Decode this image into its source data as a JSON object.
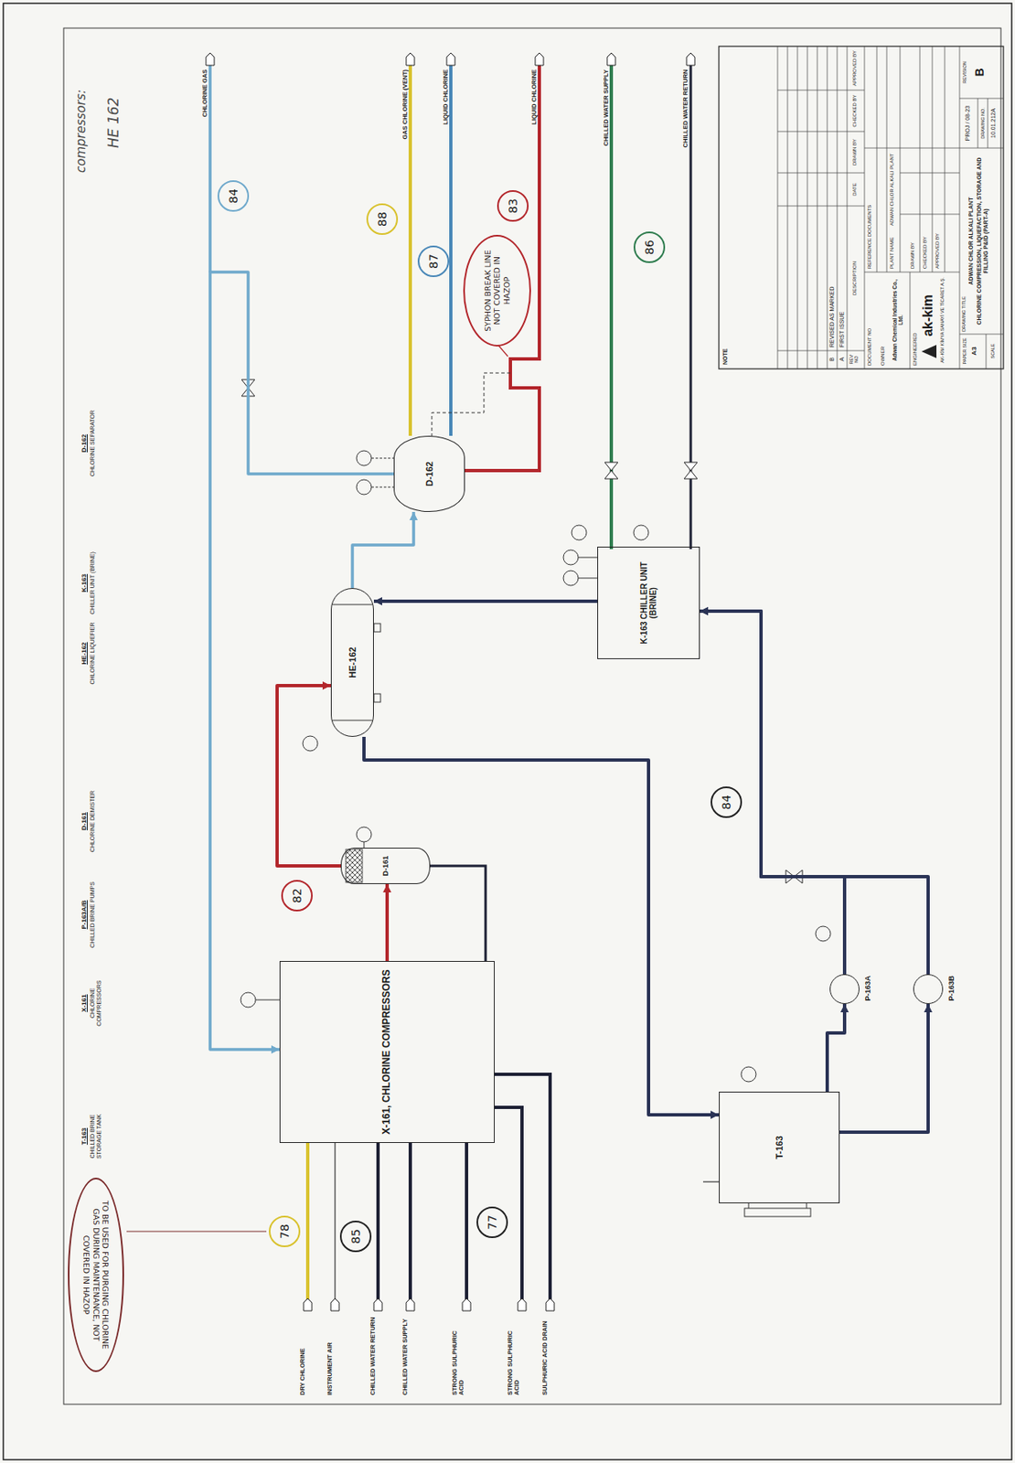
{
  "diagram": {
    "nodes": [
      {
        "text": [
          "X-161, CHLORINE COMPRESSORS"
        ]
      },
      {
        "text": [
          "D-161"
        ]
      },
      {
        "text": [
          "HE-162"
        ]
      },
      {
        "text": [
          "D-162"
        ]
      },
      {
        "text": [
          "K-163 CHILLER UNIT (BRINE)"
        ]
      },
      {
        "text": [
          "T-163"
        ]
      },
      {
        "text": [
          "P-163A"
        ]
      },
      {
        "text": [
          "P-163B"
        ]
      }
    ],
    "edges": [
      {
        "from": 0,
        "to": 1,
        "arrow": "to"
      },
      {
        "from": 1,
        "to": 2,
        "arrow": "to"
      },
      {
        "from": 2,
        "to": 3,
        "arrow": "to"
      },
      {
        "from": 4,
        "to": 2,
        "arrow": "to"
      },
      {
        "from": 2,
        "to": 5,
        "arrow": "to"
      },
      {
        "from": 5,
        "to": 6,
        "arrow": "to"
      },
      {
        "from": 5,
        "to": 7,
        "arrow": "to"
      },
      {
        "from": 6,
        "to": 4,
        "arrow": "to"
      },
      {
        "from": 7,
        "to": 4,
        "arrow": "to"
      },
      {
        "from": 3,
        "to": 0,
        "arrow": "to"
      }
    ],
    "labels": [
      "T-163",
      "CHILLED BRINE STORAGE TANK",
      "X-161",
      "CHLORINE COMPRESSORS",
      "P-163A/B",
      "CHILLED BRINE PUMPS",
      "D-161",
      "CHLORINE DEMISTER",
      "HE-162",
      "CHLORINE LIQUEFIER",
      "K-163",
      "CHILLER UNIT (BRINE)",
      "D-162",
      "CHLORINE SEPARATOR",
      "DRY CHLORINE",
      "INSTRUMENT AIR",
      "CHILLED WATER RETURN",
      "CHILLED WATER SUPPLY",
      "STRONG SULPHURIC ACID",
      "STRONG SULPHURIC ACID",
      "SULPHURIC ACID DRAIN",
      "CHLORINE GAS",
      "GAS CHLORINE (VENT)",
      "LIQUID CHLORINE",
      "LIQUID CHLORINE",
      "CHILLED WATER SUPPLY",
      "CHILLED WATER RETURN",
      "84",
      "88",
      "87",
      "83",
      "86",
      "84",
      "82",
      "78",
      "85",
      "77",
      "compressors:",
      "HE 162",
      "TO BE USED FOR PURGING CHLORINE GAS DURING MAINTENANCE, NOT COVERED IN HAZOP",
      "SYPHON BREAK LINE NOT COVERED IN HAZOP",
      "NOTE",
      "REV NO",
      "DESCRIPTION",
      "DATE",
      "DRAWN BY",
      "CHECKED BY",
      "APPROVED BY",
      "B",
      "REVISED AS MARKED",
      "A",
      "FIRST ISSUE",
      "DOCUMENT NO",
      "OWNER",
      "Adwan Chemical Industries Co., Ltd.",
      "ENGINEERED",
      "ak-kim",
      "AK-KİM KİMYA SANAYİ VE TİCARET A.Ş.",
      "REFERENCE DOCUMENTS",
      "PLANT NAME",
      "ADWAN CHLOR ALKALI PLANT",
      "DRAWN BY",
      "CHECKED BY",
      "APPROVED BY",
      "PAPER SIZE",
      "A3",
      "SCALE",
      "DRAWING TITLE",
      "ADWAN CHLOR ALKALI PLANT",
      "CHLORINE COMPRESSION, LIQUEFACTION, STORAGE AND FILLING P&ID (PART-A)",
      "DRAWING NO.",
      "PROJ / 08-23",
      "10.01.212A",
      "REVISION",
      "B"
    ]
  }
}
